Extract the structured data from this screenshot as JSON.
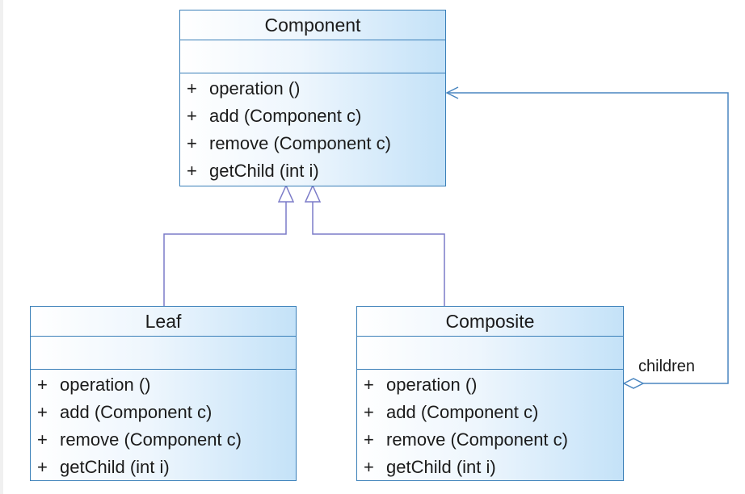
{
  "classes": {
    "component": {
      "name": "Component",
      "operations": [
        {
          "visibility": "+",
          "text": "operation ()"
        },
        {
          "visibility": "+",
          "text": "add (Component c)"
        },
        {
          "visibility": "+",
          "text": "remove (Component c)"
        },
        {
          "visibility": "+",
          "text": "getChild (int i)"
        }
      ]
    },
    "leaf": {
      "name": "Leaf",
      "operations": [
        {
          "visibility": "+",
          "text": "operation ()"
        },
        {
          "visibility": "+",
          "text": "add (Component c)"
        },
        {
          "visibility": "+",
          "text": "remove (Component c)"
        },
        {
          "visibility": "+",
          "text": "getChild (int i)"
        }
      ]
    },
    "composite": {
      "name": "Composite",
      "operations": [
        {
          "visibility": "+",
          "text": "operation ()"
        },
        {
          "visibility": "+",
          "text": "add (Component c)"
        },
        {
          "visibility": "+",
          "text": "remove (Component c)"
        },
        {
          "visibility": "+",
          "text": "getChild (int i)"
        }
      ]
    }
  },
  "relations": {
    "aggregation": {
      "role": "children"
    }
  },
  "colors": {
    "class_border": "#3a7fb8",
    "class_fill_light": "#ffffff",
    "class_fill_dark": "#c4e2f8",
    "connector": "#7b7bc8",
    "aggregation_line": "#4a86c0"
  }
}
